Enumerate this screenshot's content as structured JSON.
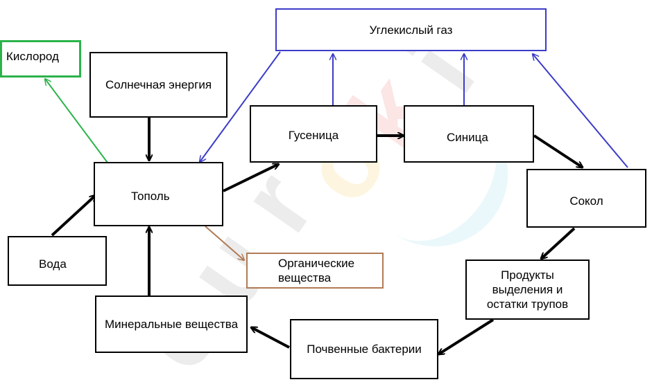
{
  "nodes": {
    "co2": "Углекислый газ",
    "oxygen": "Кислород",
    "sun": "Солнечная энергия",
    "poplar": "Тополь",
    "caterpillar": "Гусеница",
    "tit": "Синица",
    "falcon": "Сокол",
    "water": "Вода",
    "organic": "Органические\nвещества",
    "products": "Продукты\nвыделения и\nостатки трупов",
    "minerals": "Минеральные вещества",
    "bacteria": "Почвенные бактерии"
  },
  "watermark": "euroki",
  "colors": {
    "black": "#000000",
    "blue": "#3b3bc8",
    "green": "#2bb34a",
    "brown": "#b07a55"
  }
}
